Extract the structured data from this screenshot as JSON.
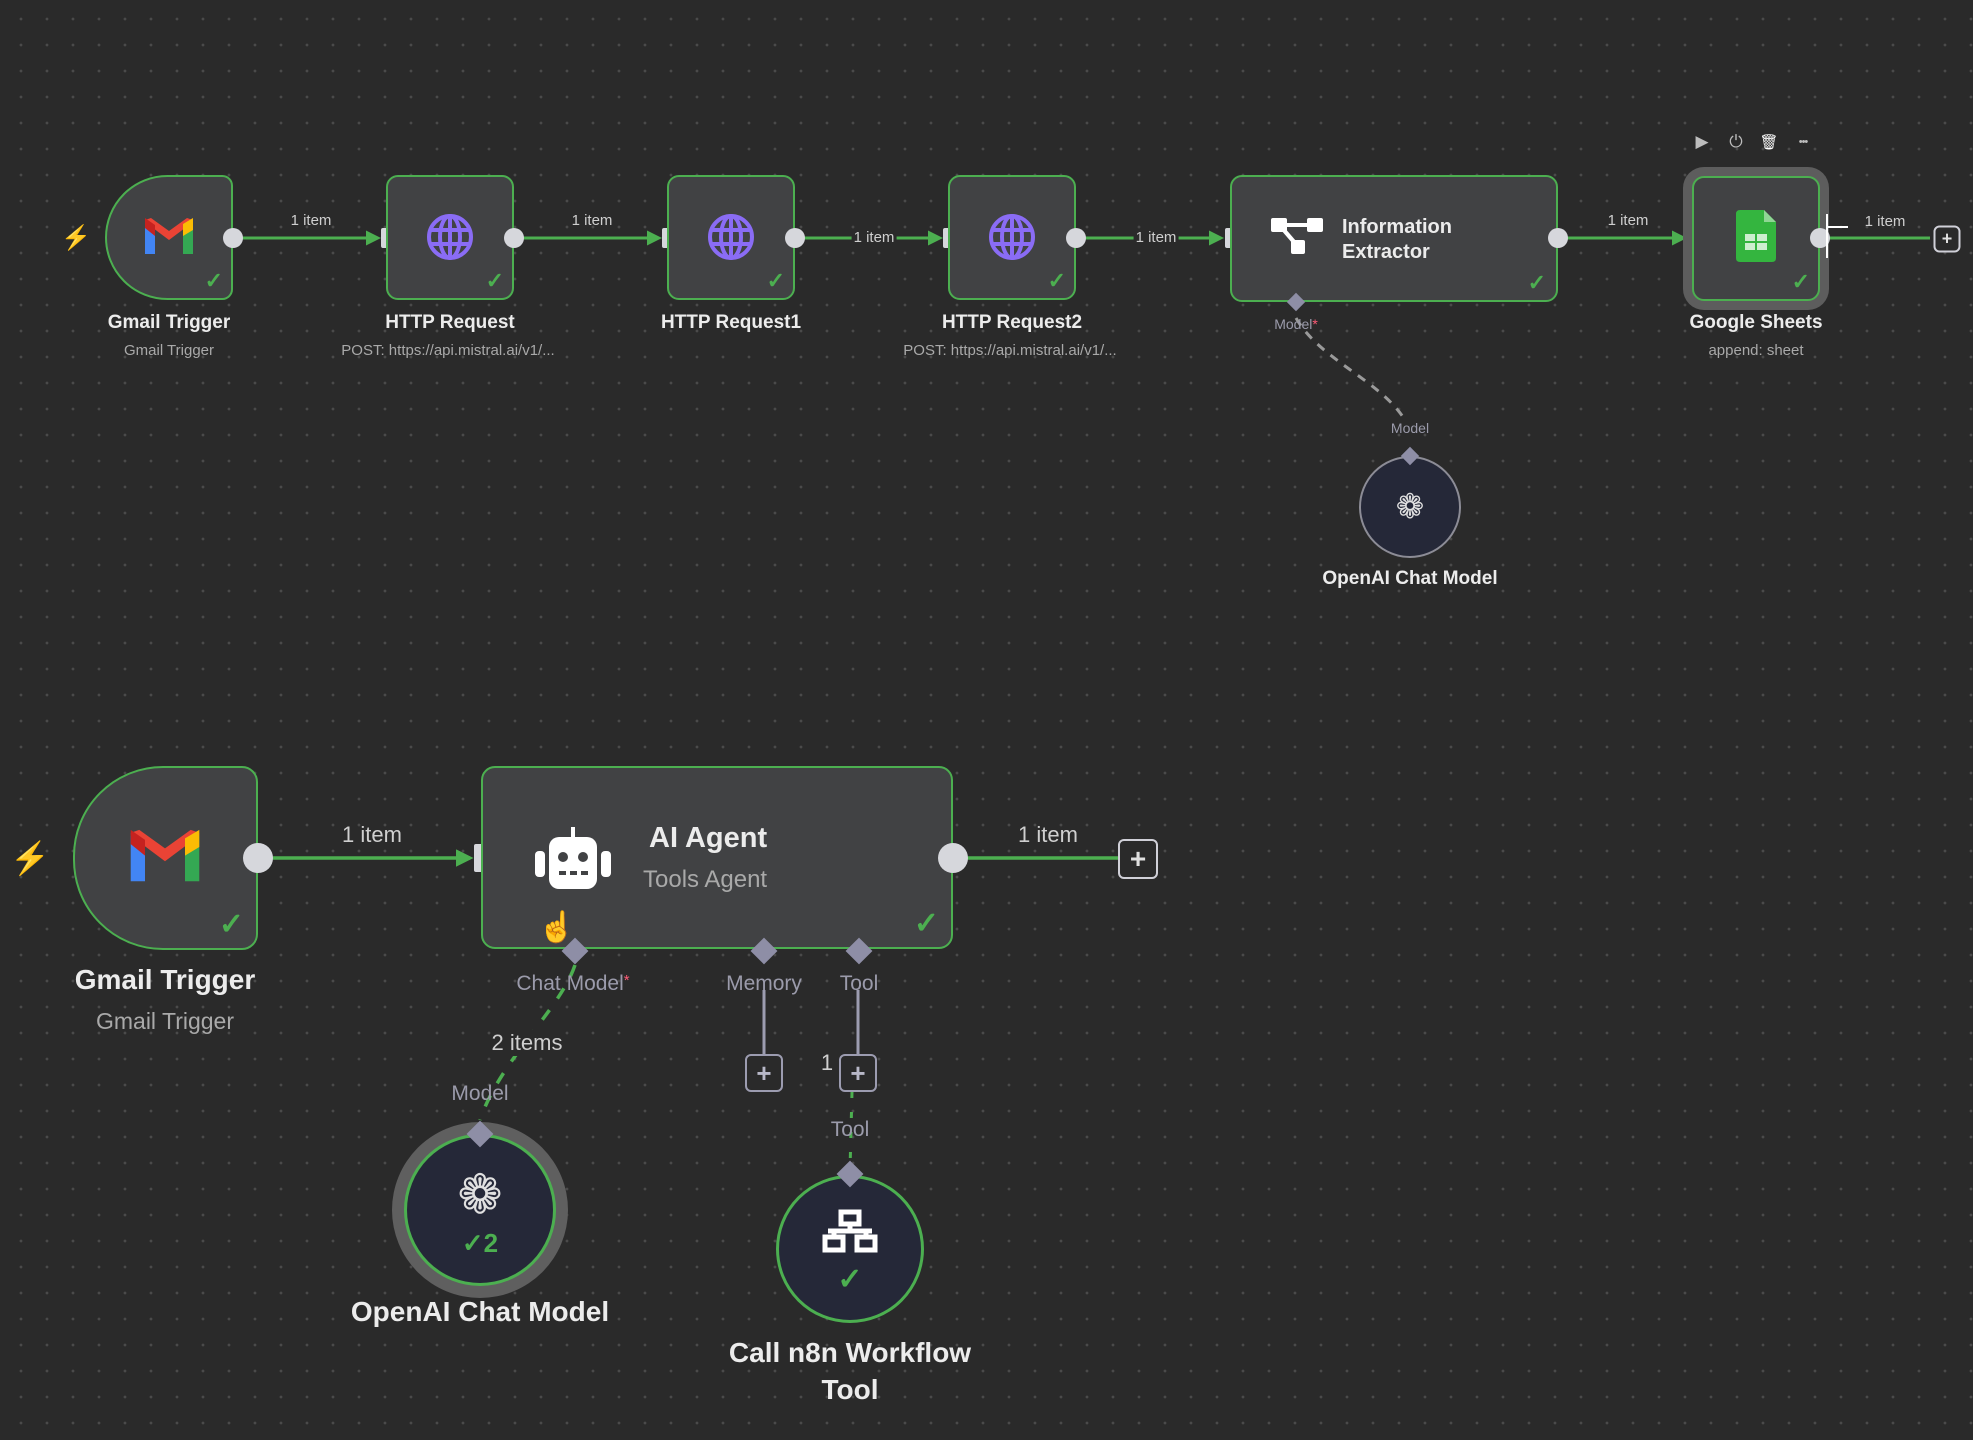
{
  "colors": {
    "canvas_bg": "#2a2a2a",
    "node_bg": "#414244",
    "success": "#4caf50",
    "port": "#d6d7dc",
    "sub_port": "#8e8ea6",
    "required": "#ff5b77",
    "trigger": "#ef6b4f",
    "http_icon": "#8a6cf5",
    "sheets_icon": "#34b53f"
  },
  "workflow_top": {
    "nodes": [
      {
        "id": "gmail-trigger",
        "name": "Gmail Trigger",
        "subtitle": "Gmail Trigger",
        "icon": "gmail-icon",
        "status": "success"
      },
      {
        "id": "http-request",
        "name": "HTTP Request",
        "subtitle": "POST: https://api.mistral.ai/v1/...",
        "icon": "globe-icon",
        "status": "success"
      },
      {
        "id": "http-request1",
        "name": "HTTP Request1",
        "subtitle": "",
        "icon": "globe-icon",
        "status": "success"
      },
      {
        "id": "http-request2",
        "name": "HTTP Request2",
        "subtitle": "POST: https://api.mistral.ai/v1/...",
        "icon": "globe-icon",
        "status": "success"
      },
      {
        "id": "information-extractor",
        "name": "Information Extractor",
        "name_line1": "Information",
        "name_line2": "Extractor",
        "icon": "tree-icon",
        "status": "success",
        "port_label": "Model",
        "port_required": "*"
      },
      {
        "id": "google-sheets",
        "name": "Google Sheets",
        "subtitle": "append: sheet",
        "icon": "sheets-icon",
        "status": "success",
        "selected": true
      },
      {
        "id": "openai-chat-model",
        "name": "OpenAI Chat Model",
        "icon": "openai-icon",
        "port_label": "Model"
      }
    ],
    "edge_labels": [
      "1 item",
      "1 item",
      "1 item",
      "1 item",
      "1 item",
      "1 item"
    ],
    "node_toolbar": [
      {
        "icon": "play-icon",
        "glyph": "▶"
      },
      {
        "icon": "power-icon",
        "glyph": "⏻"
      },
      {
        "icon": "trash-icon",
        "glyph": "🗑"
      },
      {
        "icon": "more-icon",
        "glyph": "•••"
      }
    ]
  },
  "workflow_bottom": {
    "gmail": {
      "name": "Gmail Trigger",
      "subtitle": "Gmail Trigger",
      "status": "success"
    },
    "agent": {
      "name": "AI Agent",
      "subtitle": "Tools Agent",
      "status": "success",
      "ports": [
        {
          "label": "Chat Model",
          "required": "*"
        },
        {
          "label": "Memory"
        },
        {
          "label": "Tool"
        }
      ]
    },
    "openai": {
      "name": "OpenAI Chat Model",
      "port_label": "Model",
      "run_count": "2",
      "status": "success"
    },
    "tool": {
      "name_line1": "Call n8n Workflow",
      "name_line2": "Tool",
      "port_label": "Tool",
      "status": "success"
    },
    "edge_labels": {
      "gmail_to_agent": "1 item",
      "agent_out": "1 item",
      "model_link": "2 items",
      "tool_link": "1"
    }
  },
  "glyphs": {
    "check": "✓",
    "plus": "+",
    "bolt": "⚡"
  }
}
